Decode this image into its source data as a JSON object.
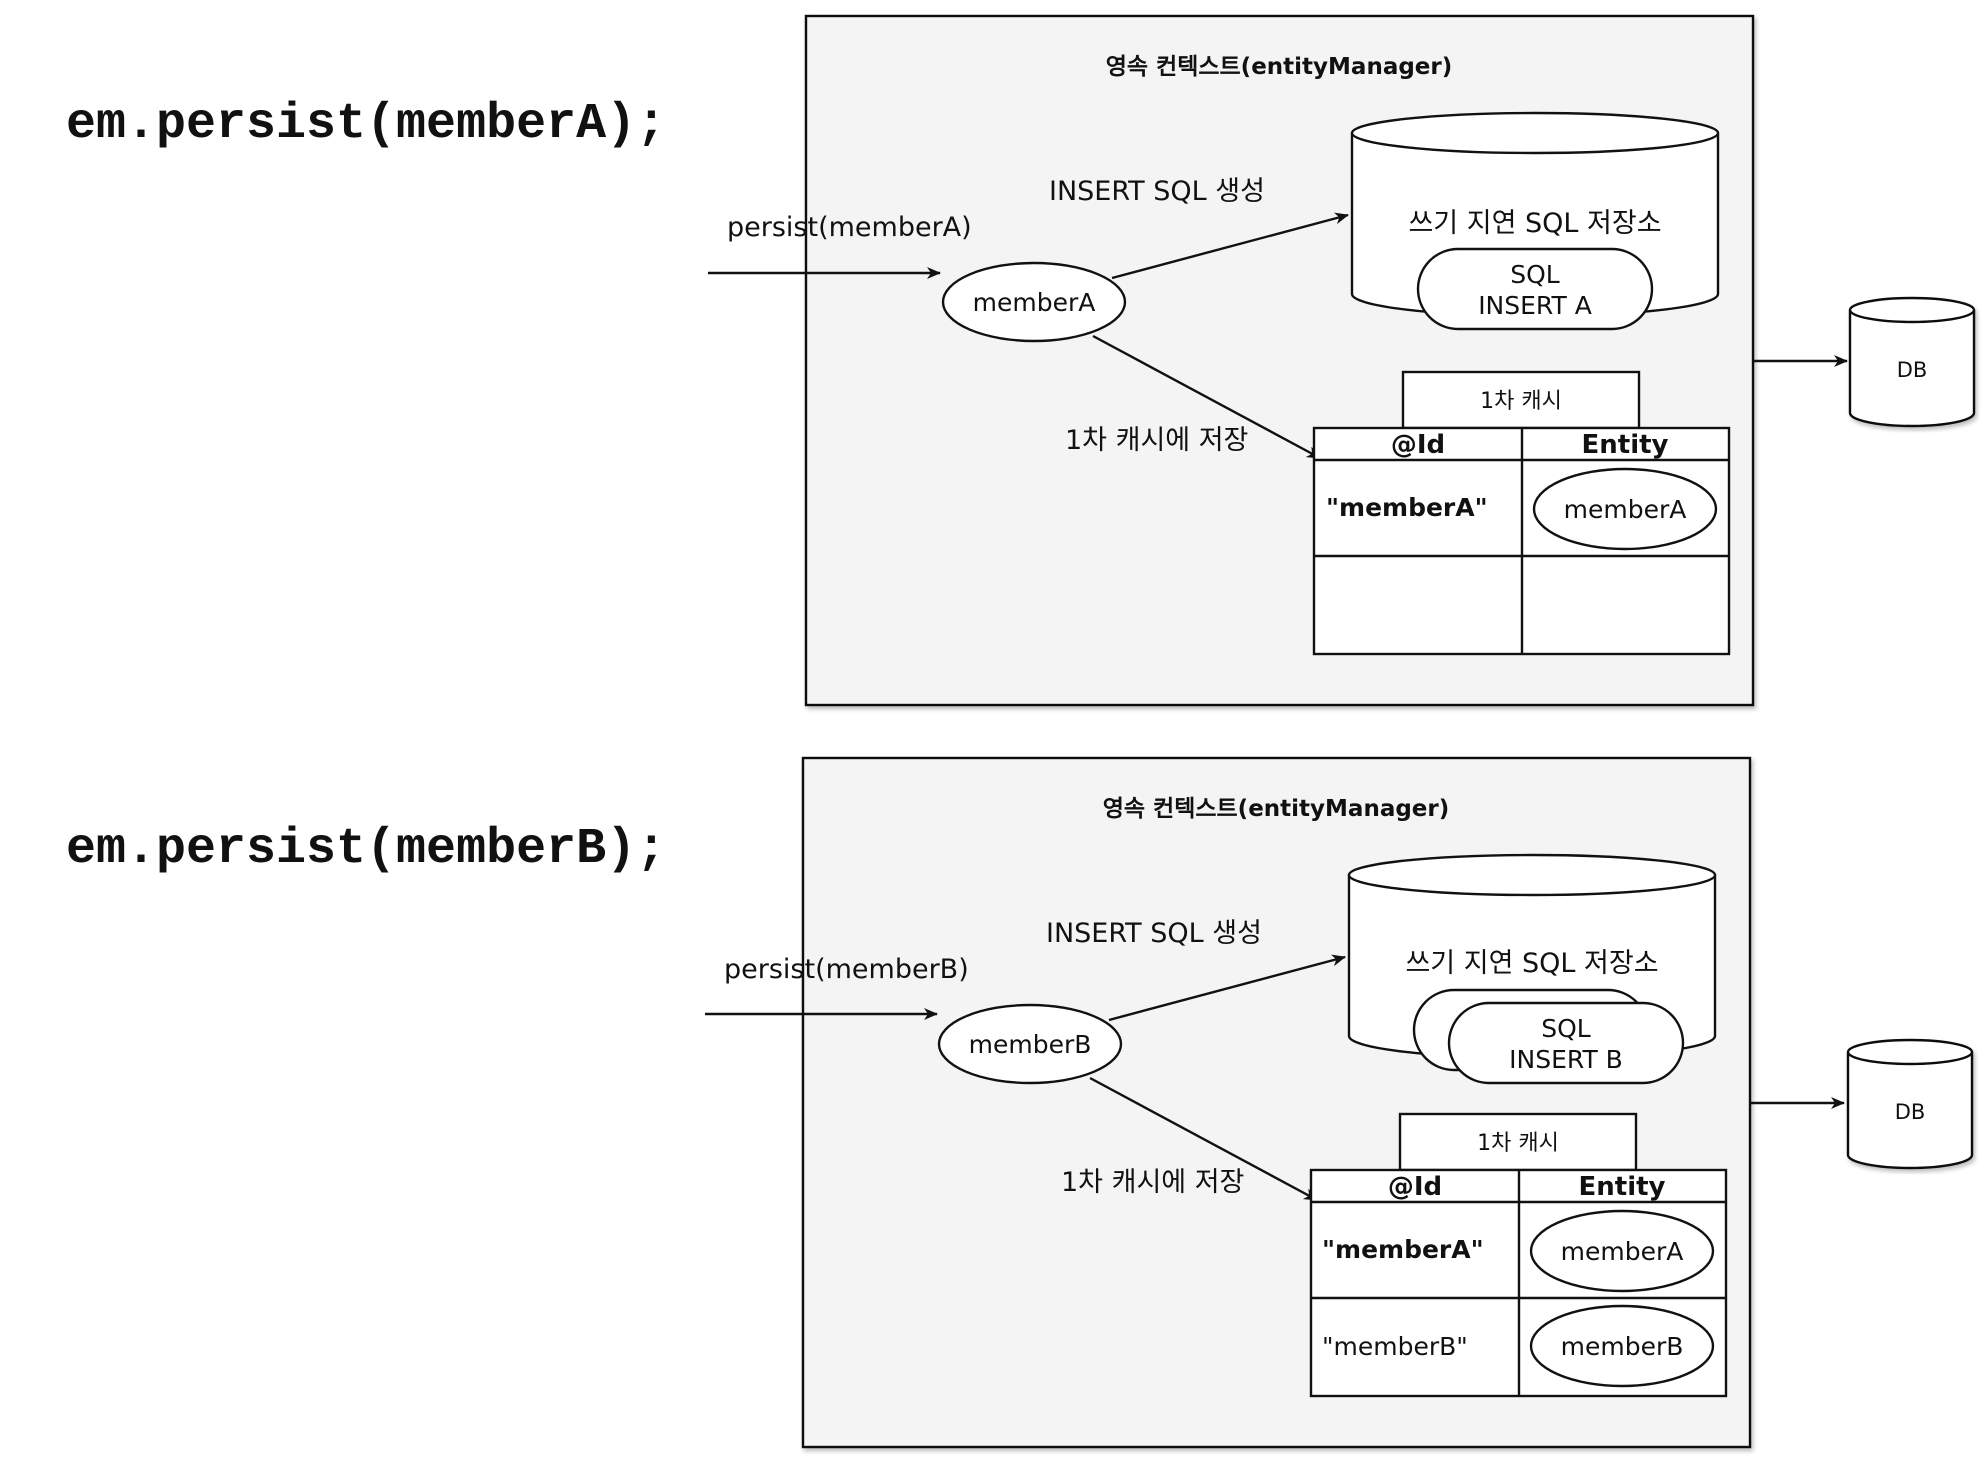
{
  "panels": [
    {
      "code": "em.persist(memberA);",
      "context_title": "영속 컨텍스트(entityManager)",
      "persist_call": "persist(memberA)",
      "entity_node": "memberA",
      "insert_sql_label": "INSERT SQL 생성",
      "sql_store_label": "쓰기 지연 SQL 저장소",
      "sql_items": [
        {
          "line1": "SQL",
          "line2": "INSERT A"
        }
      ],
      "cache_save_label": "1차 캐시에 저장",
      "cache_title": "1차 캐시",
      "cache_headers": {
        "id": "@Id",
        "entity": "Entity"
      },
      "cache_rows": [
        {
          "id": "\"memberA\"",
          "entity": "memberA",
          "id_bold": true
        },
        {
          "id": "",
          "entity": ""
        }
      ],
      "db_label": "DB"
    },
    {
      "code": "em.persist(memberB);",
      "context_title": "영속 컨텍스트(entityManager)",
      "persist_call": "persist(memberB)",
      "entity_node": "memberB",
      "insert_sql_label": "INSERT SQL 생성",
      "sql_store_label": "쓰기 지연 SQL 저장소",
      "sql_items": [
        {
          "line1": "SQL",
          "line2": "INSERT B"
        }
      ],
      "cache_save_label": "1차 캐시에 저장",
      "cache_title": "1차 캐시",
      "cache_headers": {
        "id": "@Id",
        "entity": "Entity"
      },
      "cache_rows": [
        {
          "id": "\"memberA\"",
          "entity": "memberA",
          "id_bold": true
        },
        {
          "id": "\"memberB\"",
          "entity": "memberB",
          "id_bold": false
        }
      ],
      "db_label": "DB"
    }
  ]
}
